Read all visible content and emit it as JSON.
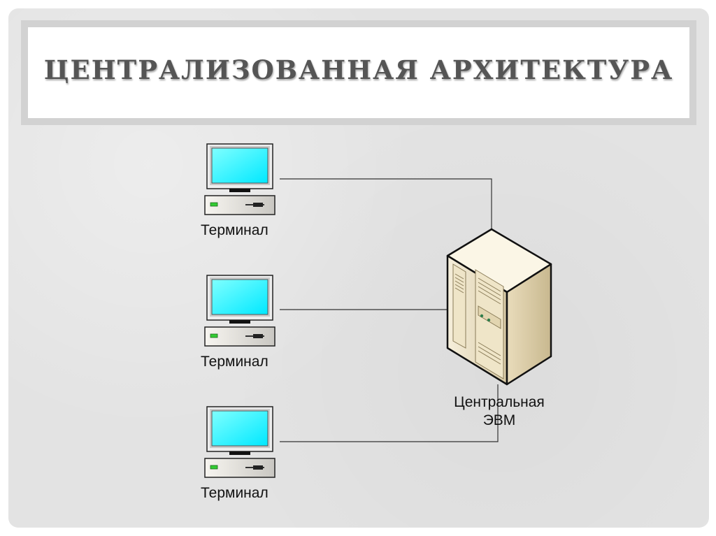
{
  "title": "ЦЕНТРАЛИЗОВАННАЯ АРХИТЕКТУРА",
  "terminals": [
    {
      "label": "Терминал"
    },
    {
      "label": "Терминал"
    },
    {
      "label": "Терминал"
    }
  ],
  "server": {
    "label_line1": "Центральная",
    "label_line2": "ЭВМ"
  },
  "colors": {
    "background": "#e3e3e3",
    "title_text": "#555555",
    "screen": "#00ffff",
    "server_body": "#e8dcc0"
  },
  "icons": [
    "computer-terminal-icon",
    "server-tower-icon"
  ]
}
